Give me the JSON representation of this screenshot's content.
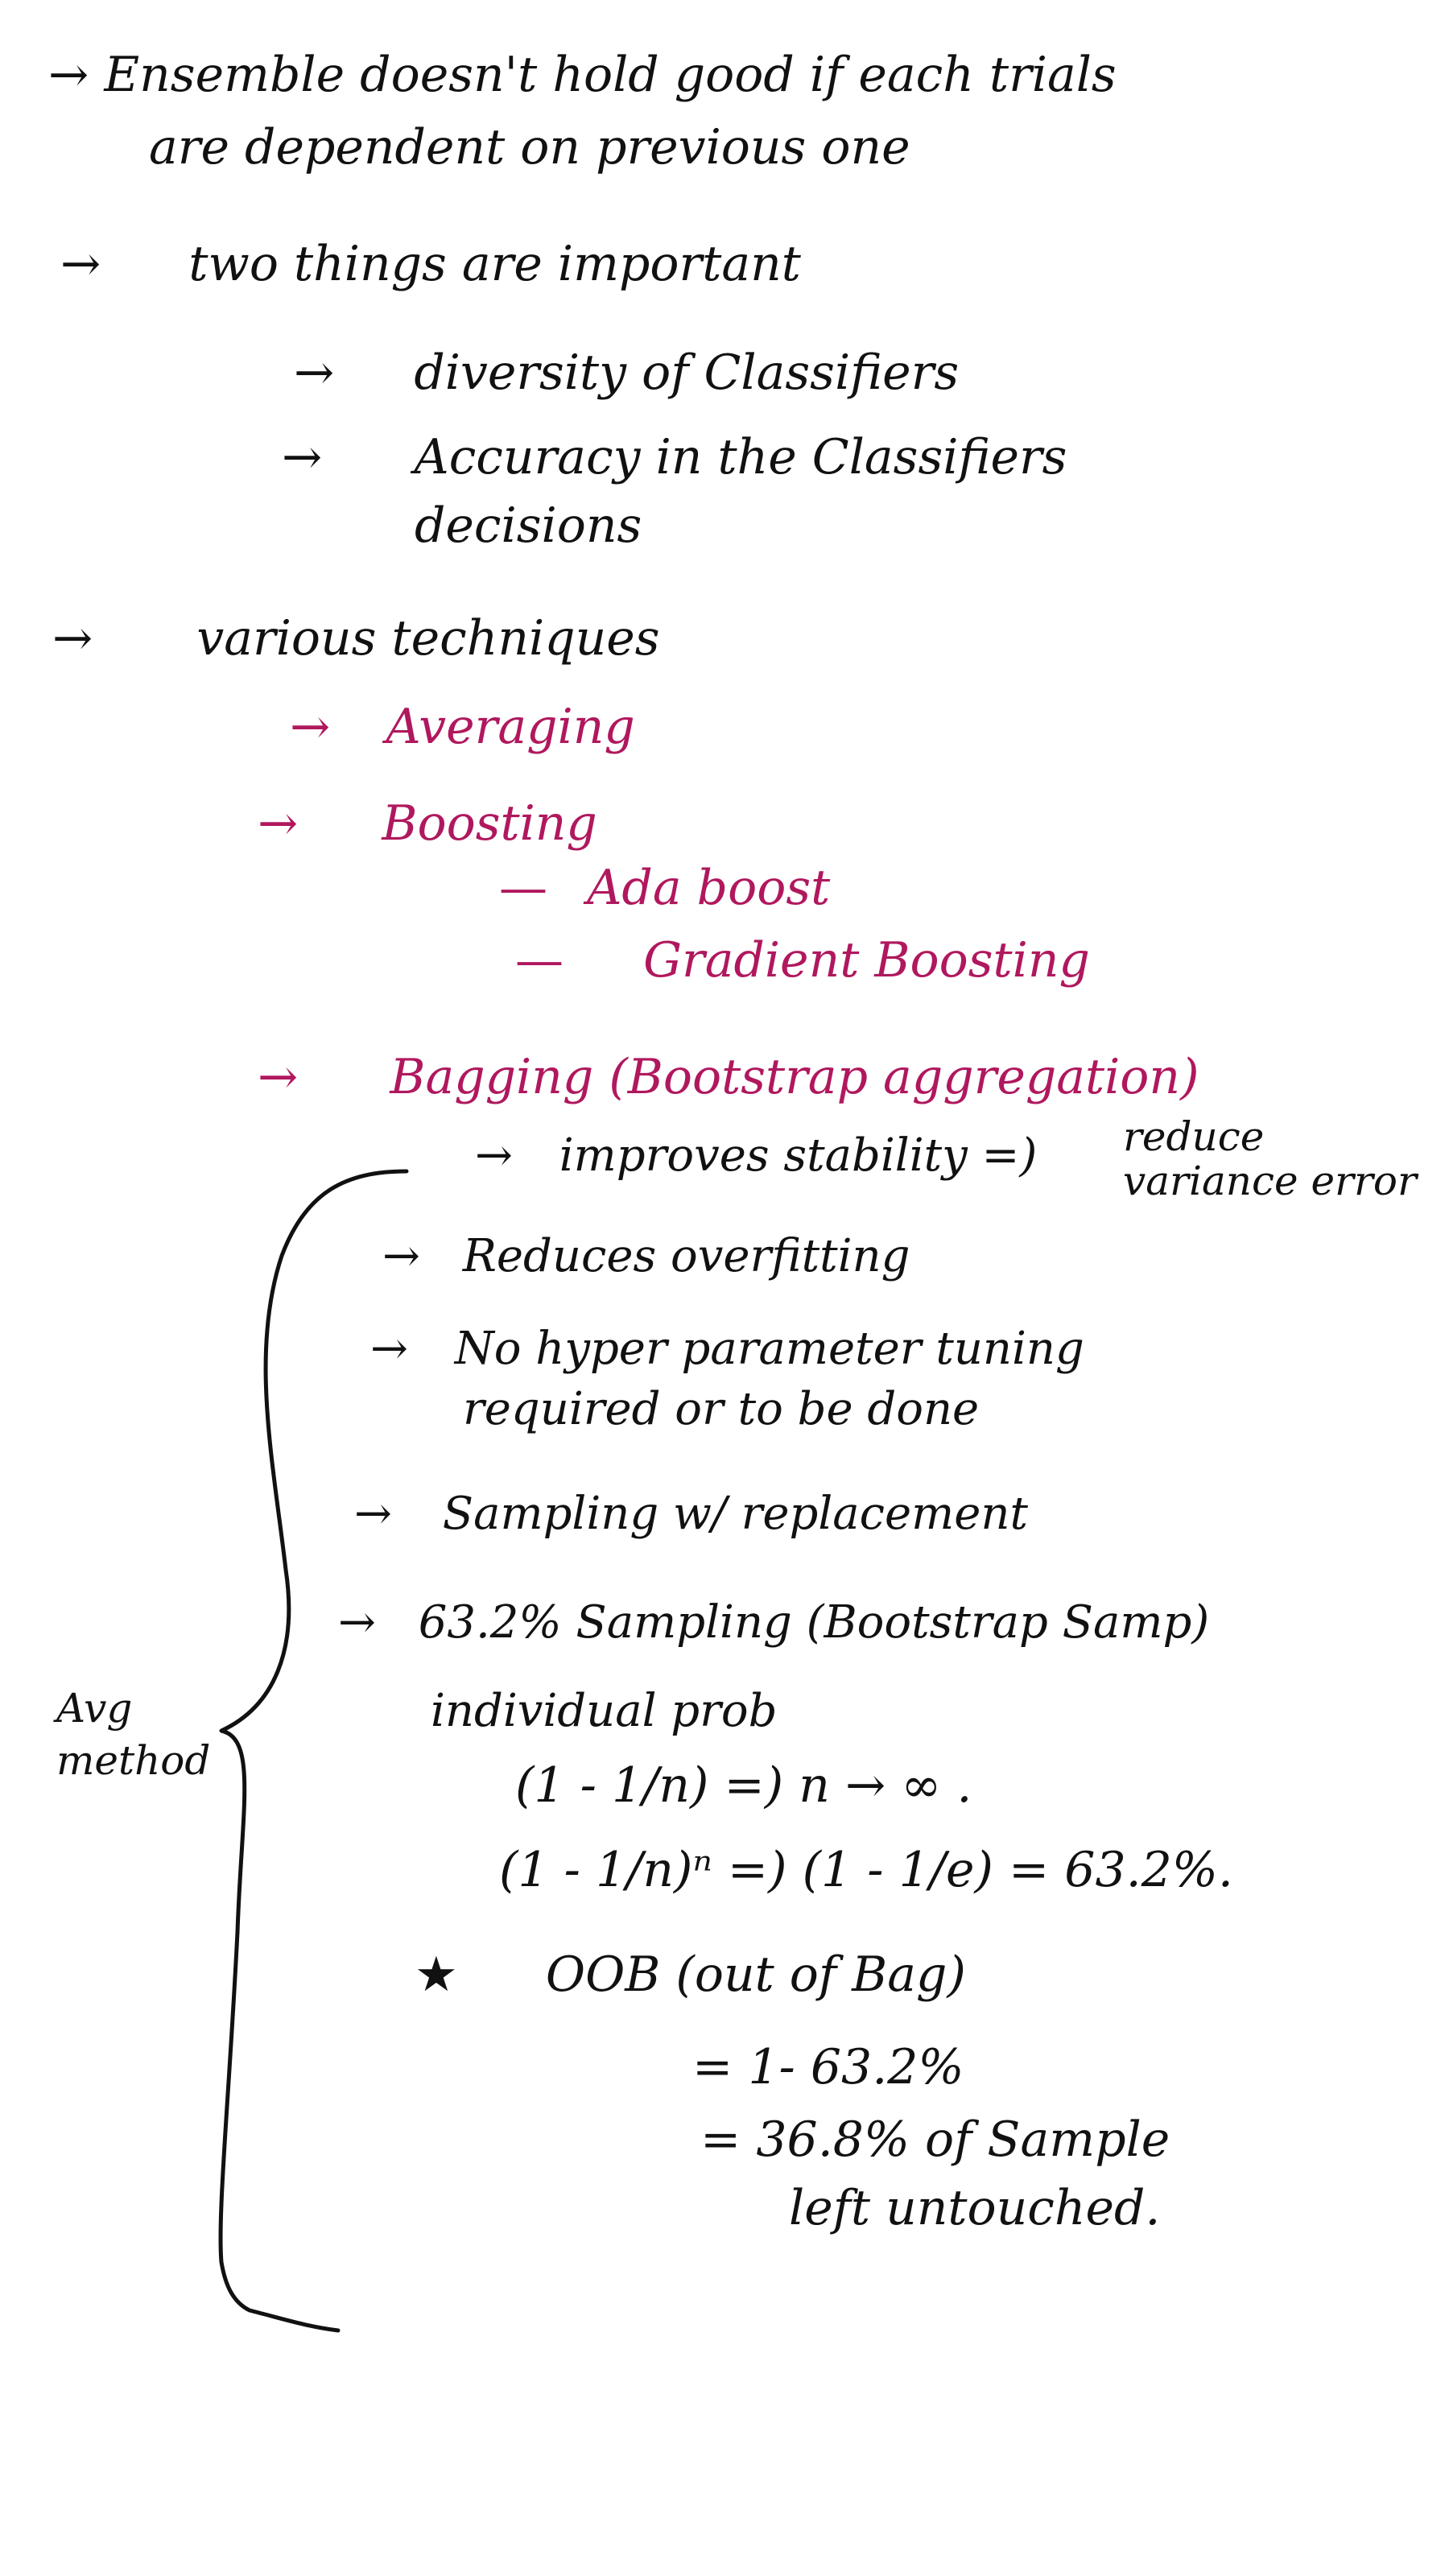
{
  "colors": {
    "ink": "#111111",
    "accent": "#b0185e"
  },
  "glyphs": {
    "arrow": "→",
    "dash": "—",
    "star": "★"
  },
  "notes": {
    "ensemble_line1": "Ensemble doesn't hold good if each trials",
    "ensemble_line2": "are dependent on previous one",
    "two_things": "two things are important",
    "diversity": "diversity of Classifiers",
    "accuracy_line1": "Accuracy in the Classifiers",
    "accuracy_line2": "decisions",
    "various": "various techniques",
    "averaging": "Averaging",
    "boosting": "Boosting",
    "ada_boost": "Ada boost",
    "gradient_boosting": "Gradient Boosting",
    "bagging": "Bagging (Bootstrap aggregation)",
    "improves": "improves stability =)",
    "reduce_line1": "reduce",
    "reduce_line2": "variance error",
    "reduces_overfitting": "Reduces overfitting",
    "no_hyper_line1": "No hyper parameter tuning",
    "no_hyper_line2": "required or to be done",
    "sampling_replacement": "Sampling w/ replacement",
    "sampling_632": "63.2% Sampling (Bootstrap Samp)",
    "individual_prob": "individual prob",
    "formula1": "(1 - 1/n) =) n → ∞ .",
    "formula2": "(1 - 1/n)ⁿ =) (1 - 1/e) = 63.2%.",
    "oob": "OOB (out of Bag)",
    "oob_eq1": "= 1- 63.2%",
    "oob_eq2": "= 36.8% of Sample",
    "oob_eq3": "left untouched.",
    "avg_method_line1": "Avg",
    "avg_method_line2": "method"
  }
}
